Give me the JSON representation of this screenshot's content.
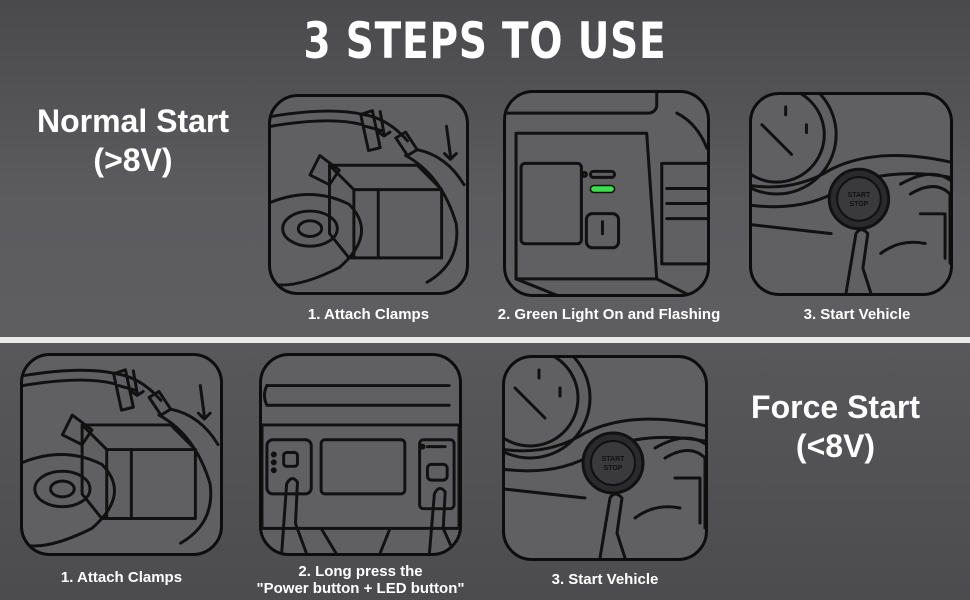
{
  "title": "3 STEPS TO USE",
  "normal": {
    "mode_line1": "Normal Start",
    "mode_line2": "(>8V)",
    "steps": [
      {
        "label": "1. Attach Clamps"
      },
      {
        "label": "2. Green Light On and Flashing"
      },
      {
        "label": "3. Start Vehicle"
      }
    ]
  },
  "force": {
    "mode_line1": "Force Start",
    "mode_line2": "(<8V)",
    "steps": [
      {
        "label": "1. Attach Clamps"
      },
      {
        "label_line1": "2. Long press the",
        "label_line2": "\"Power button + LED button\""
      },
      {
        "label": "3. Start Vehicle"
      }
    ]
  },
  "start_stop_line1": "START",
  "start_stop_line2": "STOP",
  "colors": {
    "led_green": "#39e04a",
    "divider": "#e9e9e9",
    "panel_bg": "#606063",
    "line_art": "#111111"
  },
  "icons": [
    "battery-clamps-icon",
    "jump-starter-led-icon",
    "start-stop-button-icon",
    "power-press-icon"
  ]
}
